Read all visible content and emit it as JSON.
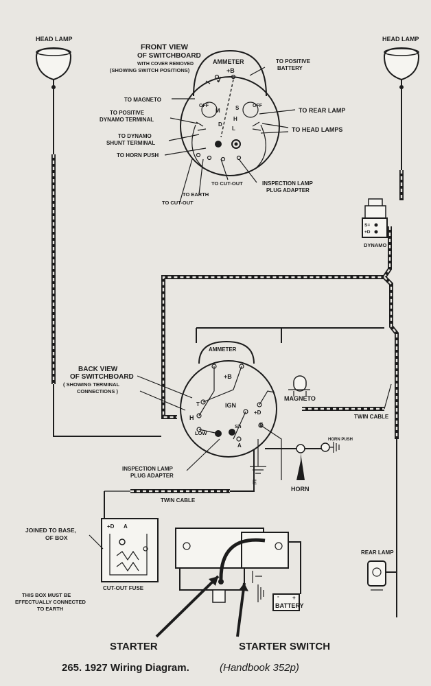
{
  "labels": {
    "head_lamp_left": "HEAD LAMP",
    "head_lamp_right": "HEAD LAMP",
    "front_view_l1": "FRONT VIEW",
    "front_view_l2": "OF SWITCHBOARD",
    "front_view_l3": "WITH COVER REMOVED",
    "front_view_l4": "(SHOWING SWITCH POSITIONS)",
    "ammeter_top": "AMMETER",
    "plus_b_top": "+B",
    "to_positive_battery_l1": "TO POSITIVE",
    "to_positive_battery_l2": "BATTERY",
    "to_magneto": "TO MAGNETO",
    "to_positive_dynamo_l1": "TO POSITIVE",
    "to_positive_dynamo_l2": "DYNAMO TERMINAL",
    "to_dynamo_shunt_l1": "TO DYNAMO",
    "to_dynamo_shunt_l2": "SHUNT TERMINAL",
    "to_horn_push": "TO HORN PUSH",
    "to_rear_lamp": "TO REAR LAMP",
    "to_head_lamps": "TO HEAD LAMPS",
    "off_left": "OFF",
    "off_right": "OFF",
    "sw_m": "M",
    "sw_d": "D",
    "sw_l": "L",
    "sw_h": "H",
    "sw_s": "S",
    "to_cut_out_a": "TO CUT-OUT",
    "to_earth": "TO EARTH",
    "to_cut_out_b": "TO CUT-OUT",
    "inspection_top_l1": "INSPECTION LAMP",
    "inspection_top_l2": "PLUG ADAPTER",
    "dynamo": "DYNAMO",
    "dynamo_s": "S=",
    "dynamo_d": "+D",
    "back_view_l1": "BACK VIEW",
    "back_view_l2": "OF SWITCHBOARD",
    "back_view_l3": "( SHOWING TERMINAL",
    "back_view_l4": "CONNECTIONS )",
    "ammeter_back": "AMMETER",
    "plus_b_back": "+B",
    "ign": "IGN",
    "magneto": "MAGNETO",
    "term_t": "T",
    "term_h": "H",
    "term_low": "LOW",
    "term_d": "+D",
    "term_e": "E",
    "term_sh": "Sh",
    "term_a": "A",
    "twin_cable_right": "TWIN CABLE",
    "horn_push": "HORN PUSH",
    "horn": "HORN",
    "e_earth": "E",
    "inspection_back_l1": "INSPECTION LAMP",
    "inspection_back_l2": "PLUG ADAPTER",
    "twin_cable_bottom": "TWIN CABLE",
    "joined_l1": "JOINED TO BASE,",
    "joined_l2": "OF BOX",
    "cutout_d": "+D",
    "cutout_a": "A",
    "cut_out_fuse": "CUT-OUT FUSE",
    "box_note_l1": "THIS BOX MUST BE",
    "box_note_l2": "EFFECTUALLY CONNECTED",
    "box_note_l3": "TO EARTH",
    "rear_lamp": "REAR LAMP",
    "battery": "BATTERY",
    "batt_minus": "-",
    "batt_plus": "+",
    "starter": "STARTER",
    "starter_switch": "STARTER SWITCH"
  },
  "caption": {
    "main": "265. 1927 Wiring Diagram.",
    "italic": "(Handbook 352p)"
  }
}
